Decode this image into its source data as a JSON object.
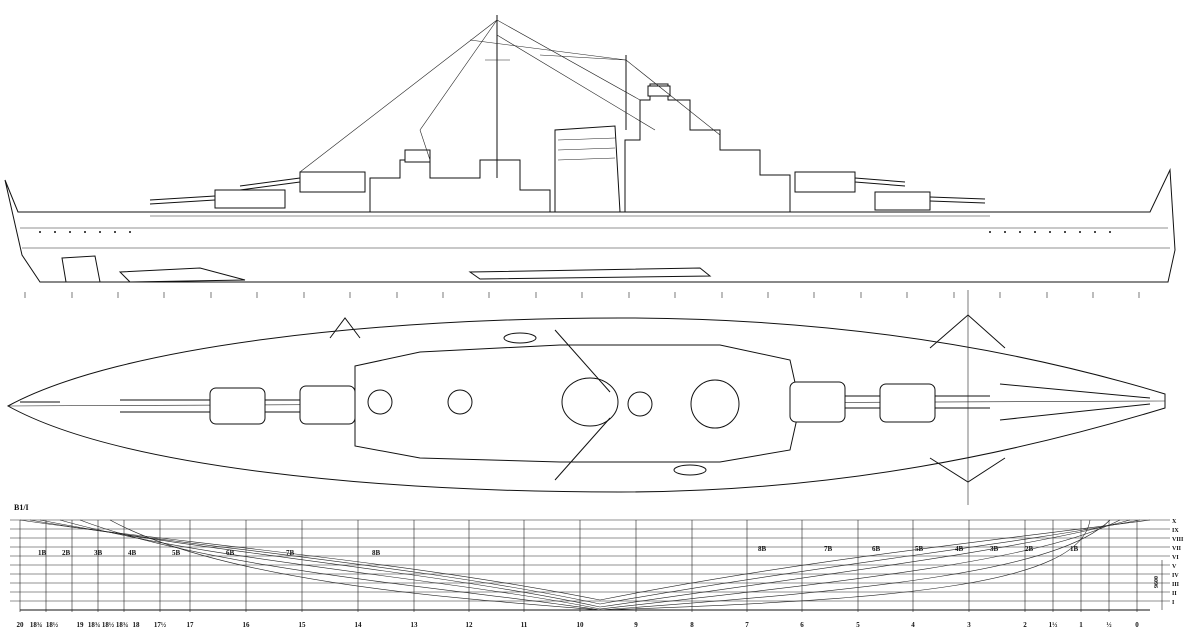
{
  "sheet": {
    "code": "B1/I",
    "frame_labels": [
      "20",
      "18¾",
      "18½",
      "19",
      "18¾",
      "18½",
      "18¾",
      "18",
      "17½",
      "17",
      "16",
      "15",
      "14",
      "13",
      "12",
      "11",
      "10",
      "9",
      "8",
      "7",
      "6",
      "5",
      "4",
      "3",
      "2",
      "1½",
      "1",
      "½",
      "0"
    ],
    "buttock_labels_aft": [
      "1B",
      "2B",
      "3B",
      "4B",
      "5B",
      "6B",
      "7B",
      "8B"
    ],
    "buttock_labels_fwd": [
      "8B",
      "7B",
      "6B",
      "5B",
      "4B",
      "3B",
      "2B",
      "1B"
    ],
    "waterline_labels": [
      "X",
      "IX",
      "VIII",
      "VII",
      "VI",
      "V",
      "IV",
      "III",
      "II",
      "I"
    ],
    "dimension_label": "9600"
  }
}
